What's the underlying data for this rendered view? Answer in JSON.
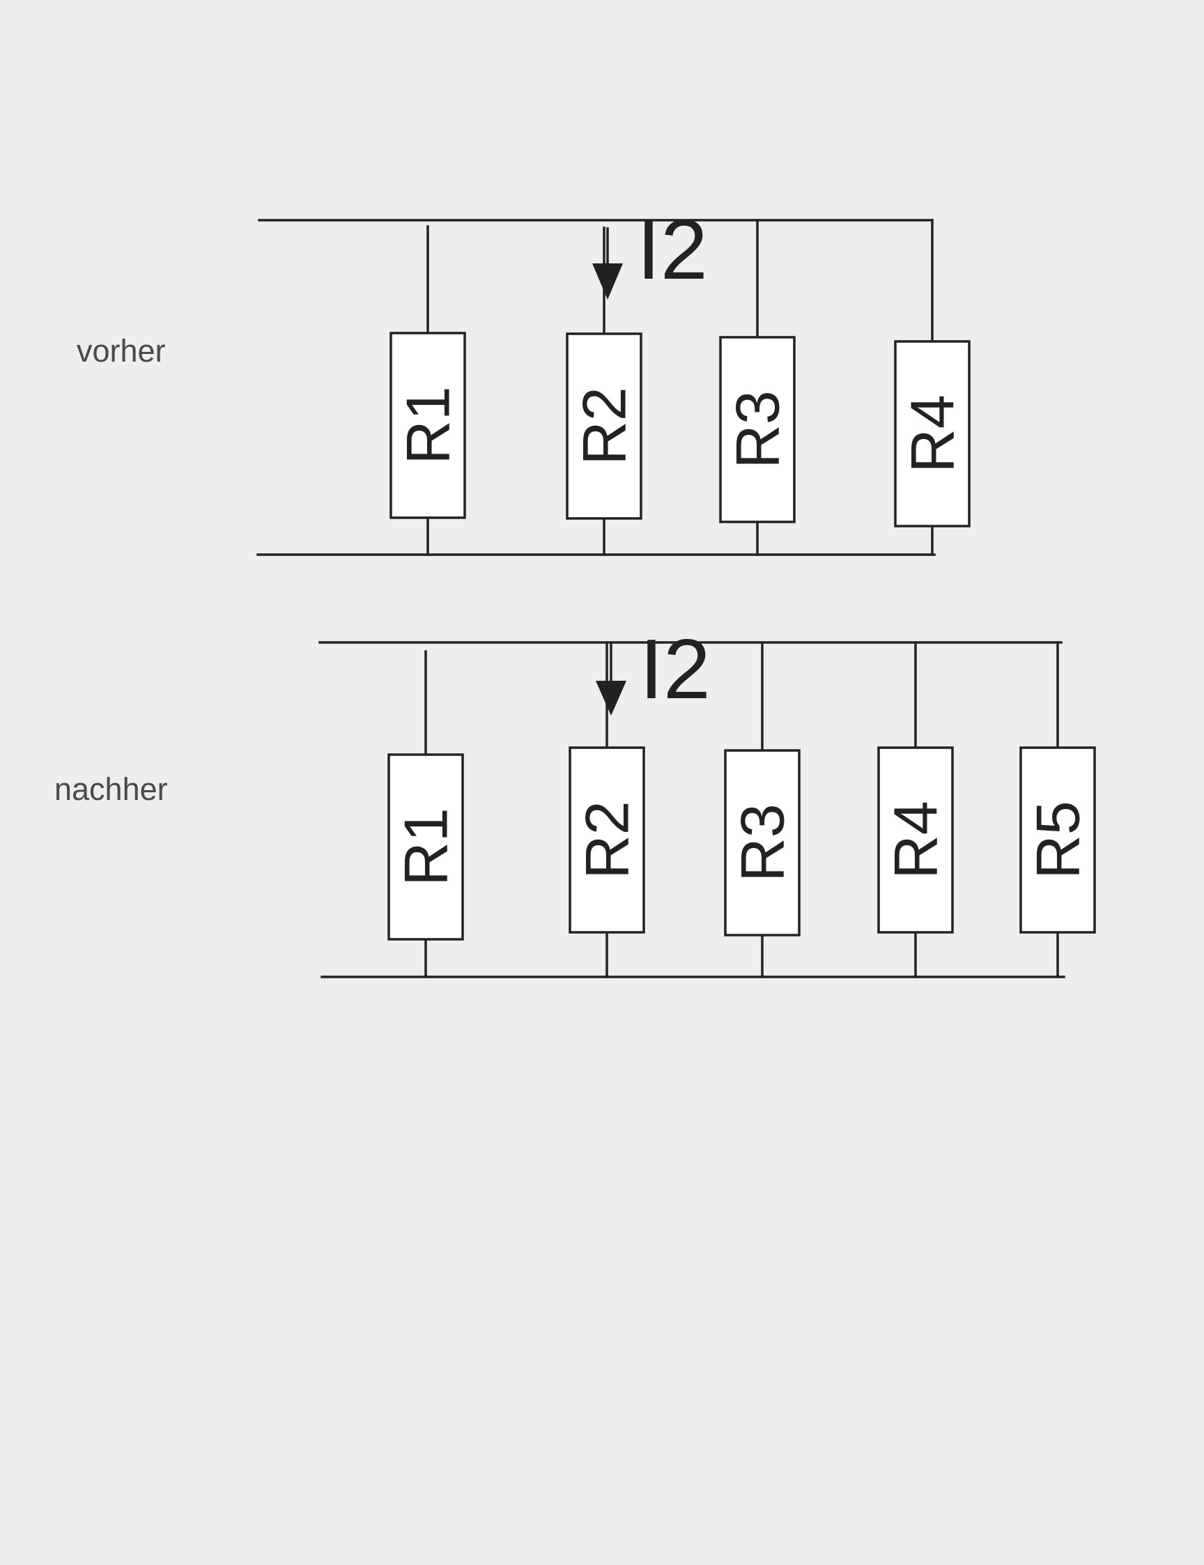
{
  "colors": {
    "background": "#eeeeee",
    "line": "#222222",
    "resistor_fill": "#ffffff",
    "state_text": "#4a4a4a"
  },
  "circuits": [
    {
      "state_label": "vorher",
      "resistors": [
        "R1",
        "R2",
        "R3",
        "R4"
      ],
      "current": {
        "label": "I2",
        "branch": "R2",
        "direction": "down"
      }
    },
    {
      "state_label": "nachher",
      "resistors": [
        "R1",
        "R2",
        "R3",
        "R4",
        "R5"
      ],
      "current": {
        "label": "I2",
        "branch": "R2",
        "direction": "down"
      }
    }
  ]
}
